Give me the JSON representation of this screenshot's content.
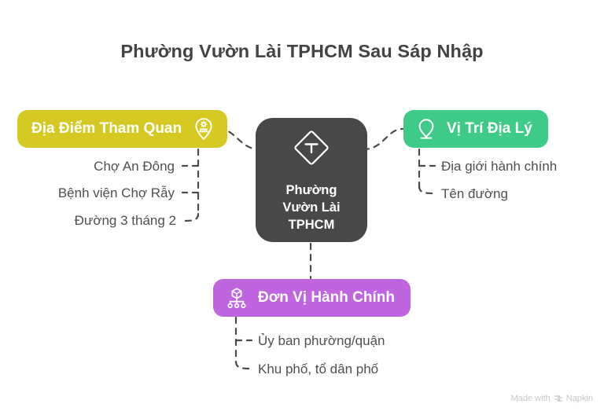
{
  "page": {
    "title": "Phường Vườn Lài TPHCM Sau Sáp Nhập",
    "background_color": "#ffffff",
    "text_color": "#434343"
  },
  "diagram": {
    "type": "mind-map",
    "center": {
      "label_lines": [
        "Phường",
        "Vườn Lài",
        "TPHCM"
      ],
      "line1": "Phường",
      "line2": "Vườn Lài",
      "line3": "TPHCM",
      "icon": "diamond-road-sign-icon",
      "color": "#484848",
      "text_color": "#ffffff"
    },
    "branches": [
      {
        "id": "attractions",
        "label": "Địa Điểm Tham Quan",
        "icon": "map-pin-landmark-icon",
        "color": "#D6C923",
        "text_color": "#ffffff",
        "position": "left",
        "items": [
          "Chợ An Đông",
          "Bệnh viện Chợ Rẫy",
          "Đường 3 tháng 2"
        ]
      },
      {
        "id": "geography",
        "label": "Vị Trí Địa Lý",
        "icon": "location-pin-icon",
        "color": "#3ECB88",
        "text_color": "#ffffff",
        "position": "right",
        "items": [
          "Địa giới hành chính",
          "Tên đường"
        ]
      },
      {
        "id": "administration",
        "label": "Đơn Vị Hành Chính",
        "icon": "org-chart-icon",
        "color": "#C065E0",
        "text_color": "#ffffff",
        "position": "bottom",
        "items": [
          "Ủy ban phường/quận",
          "Khu phố, tổ dân phố"
        ]
      }
    ],
    "connector_style": {
      "color": "#4a4a4a",
      "dash": "dashed",
      "width": 2
    },
    "leaf_text_color": "#4f4f4f"
  },
  "watermark": {
    "prefix": "Made with",
    "brand": "Napkin",
    "icon": "napkin-logo-icon",
    "color": "#c8c8c8"
  }
}
